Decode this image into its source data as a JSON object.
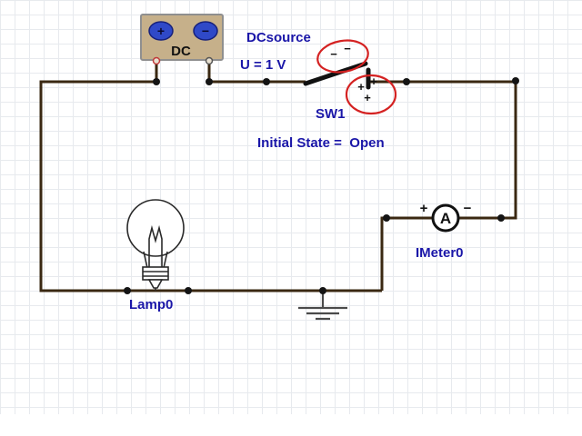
{
  "colors": {
    "wire": "#3a2812",
    "label_text": "#1a16a8",
    "annotation_red": "#d42222",
    "source_fill": "#c6b08a",
    "terminal_cap_blue": "#2f49c8",
    "grid_line": "#e7eaee"
  },
  "dc_source": {
    "name_label": "DCsource",
    "voltage_label": "U = 1 V",
    "body_label": "DC",
    "positive_symbol": "+",
    "negative_symbol": "−"
  },
  "switch": {
    "name_label": "SW1",
    "state_label": "Initial State =  Open",
    "minus_marks": [
      "−",
      "−"
    ],
    "plus_marks": [
      "+",
      "+",
      "+"
    ]
  },
  "ammeter": {
    "name_label": "IMeter0",
    "face_symbol": "A",
    "positive_symbol": "+",
    "negative_symbol": "−"
  },
  "lamp": {
    "name_label": "Lamp0"
  }
}
